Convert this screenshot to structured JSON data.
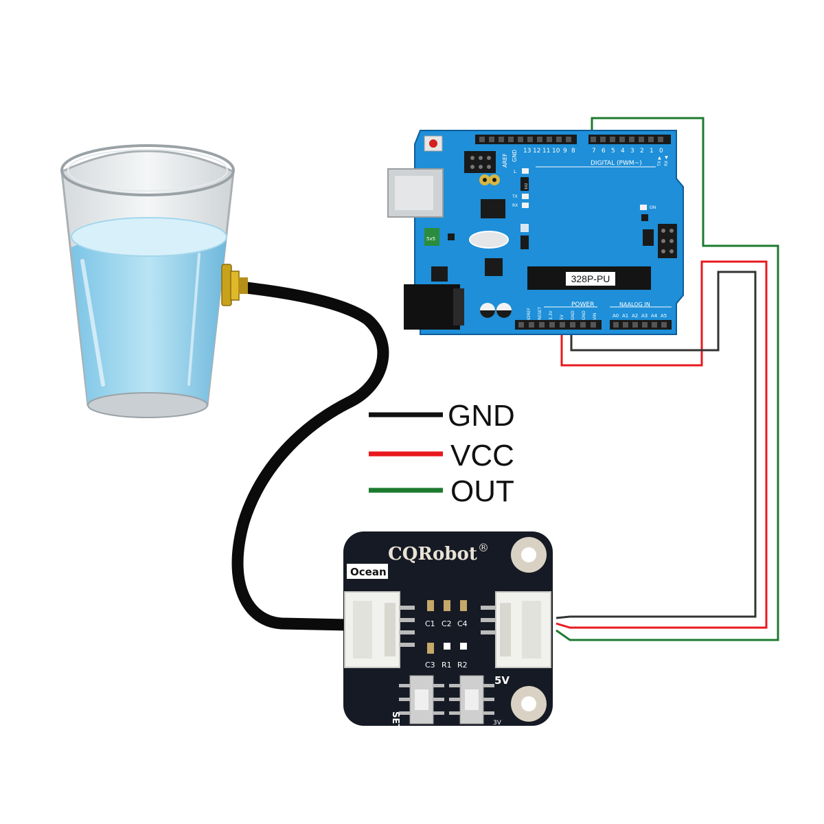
{
  "legend": {
    "gnd_label": "GND",
    "vcc_label": "VCC",
    "out_label": "OUT"
  },
  "colors": {
    "gnd": "#111111",
    "vcc": "#e8181e",
    "out": "#1c7a2e",
    "arduino_board": "#1e8fd8",
    "module_board": "#161a24",
    "water": "#8fd0ea"
  },
  "arduino": {
    "chip_label": "328P-PU",
    "digital_label": "DIGITAL (PWM~)",
    "power_label": "POWER",
    "analog_label": "NAALOG IN",
    "aref_label": "AREF",
    "gnd_label": "GND",
    "digital_pins_high": [
      "13",
      "12",
      "11",
      "10",
      "9",
      "8"
    ],
    "digital_pins_low": [
      "7",
      "6",
      "5",
      "4",
      "3",
      "2",
      "1",
      "0"
    ],
    "tx_arrow_label": "TX ▶",
    "rx_arrow_label": "RX ◀",
    "power_pins": [
      "IOREF",
      "RESET",
      "3.3V",
      "5V",
      "GND",
      "GND",
      "VIN"
    ],
    "analog_pins": [
      "A0",
      "A1",
      "A2",
      "A3",
      "A4",
      "A5"
    ],
    "l_led_label": "L",
    "tx_led_label": "TX",
    "rx_led_label": "RX",
    "on_led_label": "ON",
    "small_chip_label": "5x5",
    "cap_label": "102"
  },
  "module": {
    "brand": "CQRobot",
    "registered_mark": "®",
    "series": "Ocean",
    "components": [
      "C1",
      "C2",
      "C4",
      "C3",
      "R1",
      "R2"
    ],
    "switch_set_label": "SET",
    "voltage_high_label": "5V",
    "voltage_low_label": "3V"
  }
}
